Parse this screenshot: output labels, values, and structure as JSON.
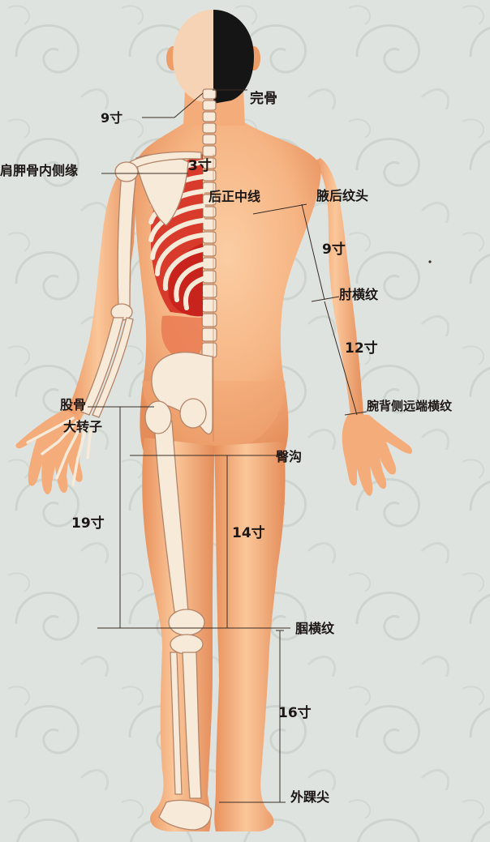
{
  "labels": {
    "wangu": "完骨",
    "inch_9_head": "9寸",
    "scapula_medial_border": "肩胛骨内侧缘",
    "inch_3": "3寸",
    "posterior_midline": "后正中线",
    "axillary_fold": "腋后纹头",
    "inch_9_arm": "9寸",
    "elbow_crease": "肘横纹",
    "inch_12": "12寸",
    "wrist_crease": "腕背侧远端横纹",
    "femur": "股骨",
    "greater_trochanter": "大转子",
    "gluteal_fold": "臀沟",
    "inch_19": "19寸",
    "inch_14": "14寸",
    "popliteal_crease": "腘横纹",
    "inch_16": "16寸",
    "lateral_malleolus": "外踝尖"
  },
  "colors": {
    "background": "#dfe3df",
    "skin": "#f6b483",
    "skin_shadow": "#e4905d",
    "bone": "#f7ead8",
    "bone_outline": "#b3846a",
    "rib_red": "#d83a2c",
    "organ_red": "#c8231c",
    "hair": "#151515",
    "text": "#1c1714",
    "line": "#3a2d26"
  }
}
